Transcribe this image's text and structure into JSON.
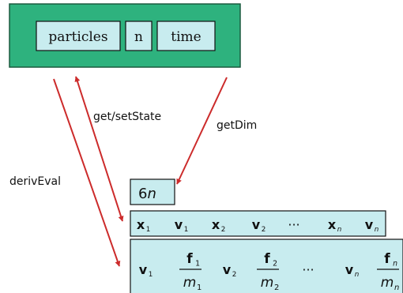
{
  "particle_system": {
    "fields": [
      "particles",
      "n",
      "time"
    ],
    "fill_color": "#2eb27e",
    "field_fill_color": "#c8ecef"
  },
  "arrows": {
    "getset": "get/setState",
    "getdim": "getDim",
    "deriv": "derivEval",
    "color": "#cc2b2b"
  },
  "dim_box": {
    "coef": "6",
    "var": "n"
  },
  "state_vector": {
    "cells": [
      {
        "sym": "x",
        "sub": "1"
      },
      {
        "sym": "v",
        "sub": "1"
      },
      {
        "sym": "x",
        "sub": "2"
      },
      {
        "sym": "v",
        "sub": "2"
      },
      {
        "sym": "···",
        "sub": ""
      },
      {
        "sym": "x",
        "sub": "n"
      },
      {
        "sym": "v",
        "sub": "n"
      }
    ]
  },
  "derivative_vector": {
    "cells": [
      {
        "kind": "sym",
        "sym": "v",
        "sub": "1"
      },
      {
        "kind": "frac",
        "num": "f",
        "num_sub": "1",
        "den": "m",
        "den_sub": "1"
      },
      {
        "kind": "sym",
        "sym": "v",
        "sub": "2"
      },
      {
        "kind": "frac",
        "num": "f",
        "num_sub": "2",
        "den": "m",
        "den_sub": "2"
      },
      {
        "kind": "sym",
        "sym": "···",
        "sub": ""
      },
      {
        "kind": "sym",
        "sym": "v",
        "sub": "n"
      },
      {
        "kind": "frac",
        "num": "f",
        "num_sub": "n",
        "den": "m",
        "den_sub": "n"
      }
    ]
  }
}
